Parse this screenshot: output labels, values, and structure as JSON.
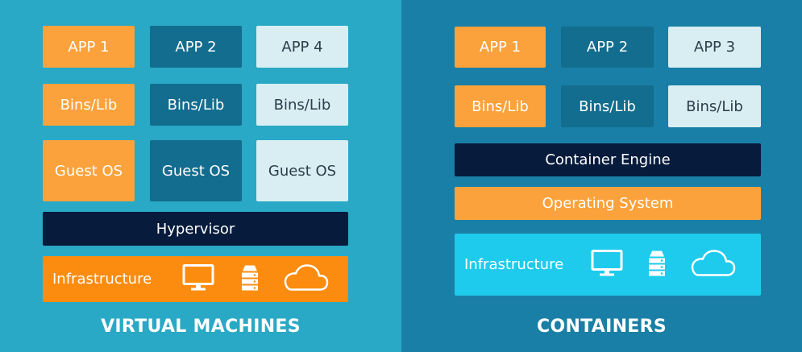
{
  "vm": {
    "apps": [
      "APP 1",
      "APP 2",
      "APP 4"
    ],
    "bins": [
      "Bins/Lib",
      "Bins/Lib",
      "Bins/Lib"
    ],
    "guests": [
      "Guest OS",
      "Guest OS",
      "Guest OS"
    ],
    "hypervisor": "Hypervisor",
    "infrastructure": "Infrastructure",
    "caption": "VIRTUAL MACHINES"
  },
  "containers": {
    "apps": [
      "APP 1",
      "APP 2",
      "APP 3"
    ],
    "bins": [
      "Bins/Lib",
      "Bins/Lib",
      "Bins/Lib"
    ],
    "engine": "Container Engine",
    "os": "Operating System",
    "infrastructure": "Infrastructure",
    "caption": "CONTAINERS"
  },
  "icons": [
    "monitor-icon",
    "server-icon",
    "cloud-icon"
  ],
  "colors": {
    "vm_background": "#29a9c5",
    "containers_background": "#1a7fa6",
    "orange": "#fba23c",
    "infrastructure_orange": "#fb8c10",
    "teal": "#126d8f",
    "pale": "#d8eef3",
    "navy": "#071b3c",
    "cyan": "#1ecbed"
  }
}
